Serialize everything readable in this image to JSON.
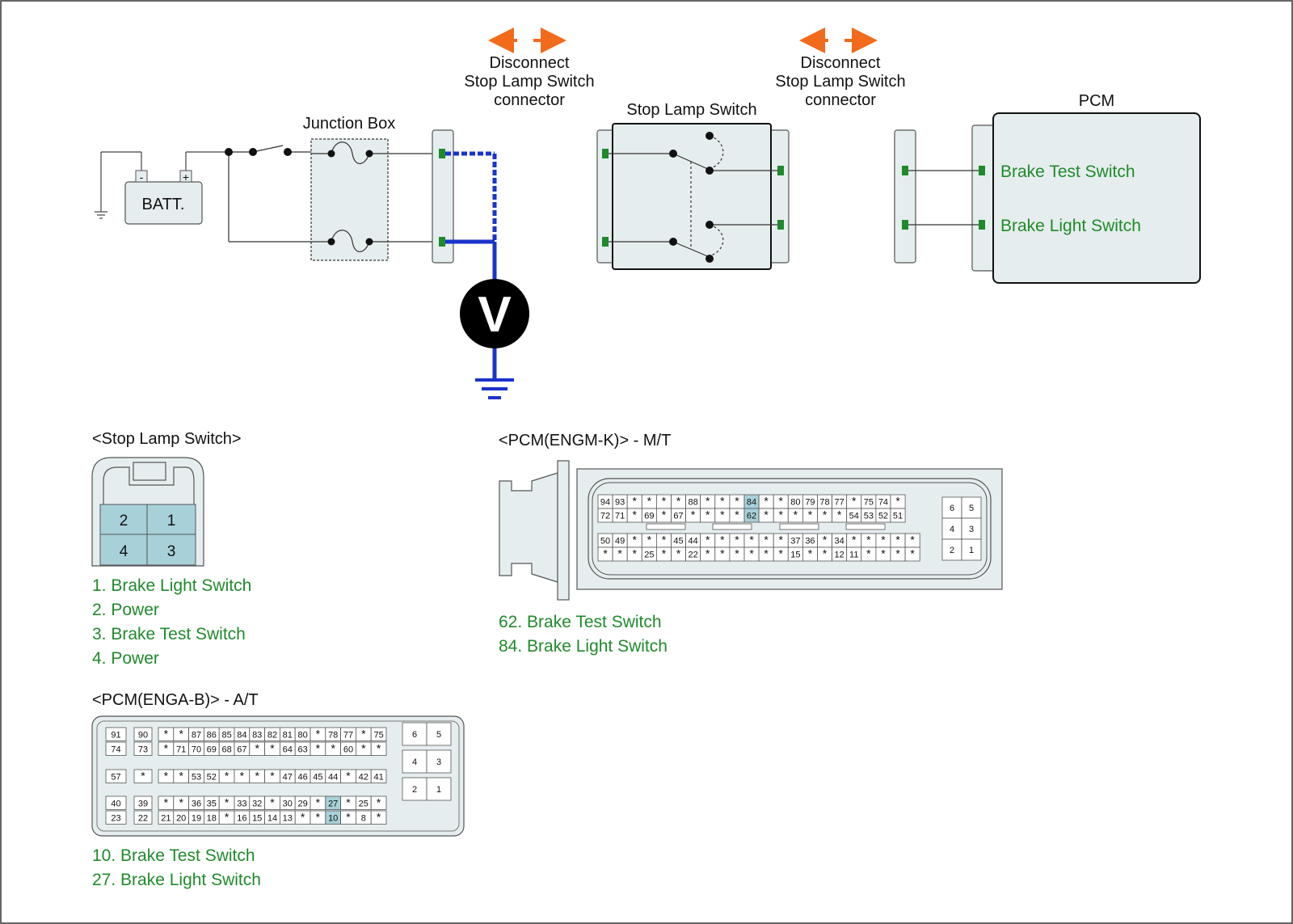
{
  "colors": {
    "wire_blue": "#1a33cc",
    "legend_green": "#1f8a2a",
    "arrow_orange": "#f26a1b",
    "connector_fill": "#e6edee",
    "pin_highlight": "#a8d0d8",
    "terminal_green": "#1e8a2a"
  },
  "circuit": {
    "battery_label": "BATT.",
    "battery_minus": "-",
    "battery_plus": "+",
    "junction_box_label": "Junction Box",
    "disconnect_1": [
      "Disconnect",
      "Stop Lamp Switch",
      "connector"
    ],
    "disconnect_2": [
      "Disconnect",
      "Stop Lamp Switch",
      "connector"
    ],
    "stop_lamp_switch_label": "Stop Lamp Switch",
    "pcm_label": "PCM",
    "pcm_pins": [
      "Brake Test Switch",
      "Brake Light Switch"
    ],
    "voltmeter_symbol": "V"
  },
  "stop_lamp_connector": {
    "title": "<Stop Lamp Switch>",
    "pins": [
      "2",
      "1",
      "4",
      "3"
    ],
    "legend": [
      "1. Brake Light Switch",
      "2. Power",
      "3. Brake Test Switch",
      "4. Power"
    ]
  },
  "pcm_mt": {
    "title": "<PCM(ENGM-K)> - M/T",
    "rows": [
      [
        "94",
        "93",
        "*",
        "*",
        "*",
        "*",
        "88",
        "*",
        "*",
        "*",
        "84",
        "*",
        "*",
        "80",
        "79",
        "78",
        "77",
        "*",
        "75",
        "74",
        "*"
      ],
      [
        "72",
        "71",
        "*",
        "69",
        "*",
        "67",
        "*",
        "*",
        "*",
        "*",
        "62",
        "*",
        "*",
        "*",
        "*",
        "*",
        "*",
        "54",
        "53",
        "52",
        "51"
      ],
      [
        "50",
        "49",
        "*",
        "*",
        "*",
        "45",
        "44",
        "*",
        "*",
        "*",
        "*",
        "*",
        "*",
        "37",
        "36",
        "*",
        "34",
        "*",
        "*",
        "*",
        "*",
        "*"
      ],
      [
        "*",
        "*",
        "*",
        "25",
        "*",
        "*",
        "22",
        "*",
        "*",
        "*",
        "*",
        "*",
        "*",
        "15",
        "*",
        "*",
        "12",
        "11",
        "*",
        "*",
        "*",
        "*"
      ]
    ],
    "side_block": [
      "6",
      "5",
      "4",
      "3",
      "2",
      "1"
    ],
    "highlight": [
      "84",
      "62"
    ],
    "legend": [
      "62. Brake Test Switch",
      "84. Brake Light Switch"
    ]
  },
  "pcm_at": {
    "title": "<PCM(ENGA-B)> - A/T",
    "rows": [
      [
        "91",
        "90",
        "*",
        "*",
        "87",
        "86",
        "85",
        "84",
        "83",
        "82",
        "81",
        "80",
        "*",
        "78",
        "77",
        "*",
        "75"
      ],
      [
        "74",
        "73",
        "*",
        "71",
        "70",
        "69",
        "68",
        "67",
        "*",
        "*",
        "64",
        "63",
        "*",
        "*",
        "60",
        "*",
        "*"
      ],
      [
        "57",
        "*",
        "*",
        "*",
        "53",
        "52",
        "*",
        "*",
        "*",
        "*",
        "47",
        "46",
        "45",
        "44",
        "*",
        "42",
        "41"
      ],
      [
        "40",
        "39",
        "*",
        "*",
        "36",
        "35",
        "*",
        "33",
        "32",
        "*",
        "30",
        "29",
        "*",
        "27",
        "*",
        "25",
        "*"
      ],
      [
        "23",
        "22",
        "21",
        "20",
        "19",
        "18",
        "*",
        "16",
        "15",
        "14",
        "13",
        "*",
        "*",
        "10",
        "*",
        "8",
        "*"
      ]
    ],
    "side_block": [
      "6",
      "5",
      "4",
      "3",
      "2",
      "1"
    ],
    "highlight": [
      "27",
      "10"
    ],
    "legend": [
      "10. Brake Test Switch",
      "27. Brake Light Switch"
    ]
  }
}
